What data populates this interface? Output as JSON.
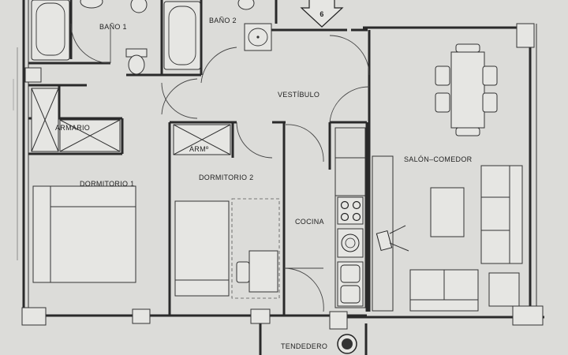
{
  "entrance_number": "6",
  "rooms": {
    "bano1": "BAÑO 1",
    "bano2": "BAÑO 2",
    "vestibulo": "VESTÍBULO",
    "armario": "ARMARIO",
    "arm2": "ARMº",
    "dormitorio1": "DORMITORIO 1",
    "dormitorio2": "DORMITORIO 2",
    "cocina": "COCINA",
    "salon": "SALÓN–COMEDOR",
    "tendedero": "TENDEDERO"
  },
  "icons": [
    "arrow-down-icon",
    "bathtub-icon",
    "toilet-icon",
    "sink-icon",
    "bed-icon",
    "desk-icon",
    "chair-icon",
    "stove-icon",
    "washer-icon",
    "kitchen-sink-icon",
    "dining-table-icon",
    "sofa-icon",
    "armchair-icon",
    "tv-icon",
    "drain-icon"
  ]
}
